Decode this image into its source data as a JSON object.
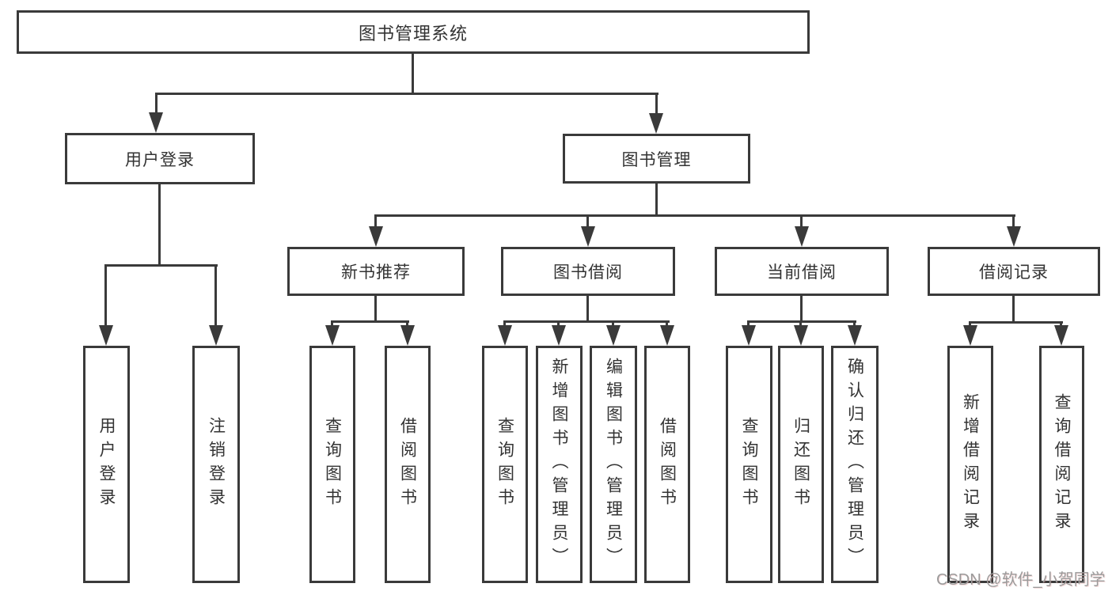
{
  "tree": {
    "label": "图书管理系统",
    "children": [
      {
        "label": "用户登录",
        "children": [
          {
            "label": "用户登录"
          },
          {
            "label": "注销登录"
          }
        ]
      },
      {
        "label": "图书管理",
        "children": [
          {
            "label": "新书推荐",
            "children": [
              {
                "label": "查询图书"
              },
              {
                "label": "借阅图书"
              }
            ]
          },
          {
            "label": "图书借阅",
            "children": [
              {
                "label": "查询图书"
              },
              {
                "label": "新增图书（管理员）"
              },
              {
                "label": "编辑图书（管理员）"
              },
              {
                "label": "借阅图书"
              }
            ]
          },
          {
            "label": "当前借阅",
            "children": [
              {
                "label": "查询图书"
              },
              {
                "label": "归还图书"
              },
              {
                "label": "确认归还（管理员）"
              }
            ]
          },
          {
            "label": "借阅记录",
            "children": [
              {
                "label": "新增借阅记录"
              },
              {
                "label": "查询借阅记录"
              }
            ]
          }
        ]
      }
    ]
  },
  "watermark": {
    "text": "CSDN @软件_小贺同学"
  },
  "colors": {
    "line": "#3a3a3a",
    "text": "#333333",
    "background": "#ffffff",
    "watermark": "#9b9b9b"
  }
}
